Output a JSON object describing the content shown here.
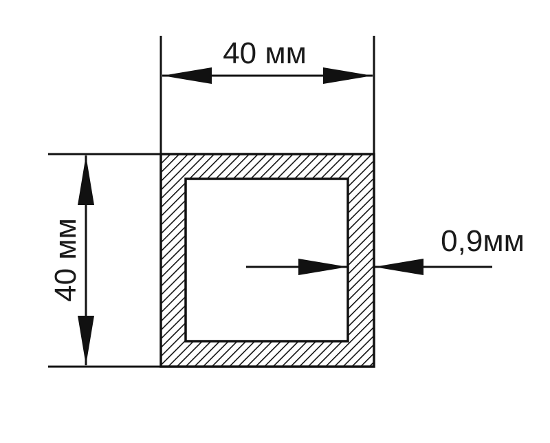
{
  "labels": {
    "width": "40 мм",
    "height": "40 мм",
    "wall_thickness": "0,9мм"
  },
  "colors": {
    "line": "#111111",
    "hatch": "#111111",
    "background": "#ffffff"
  }
}
